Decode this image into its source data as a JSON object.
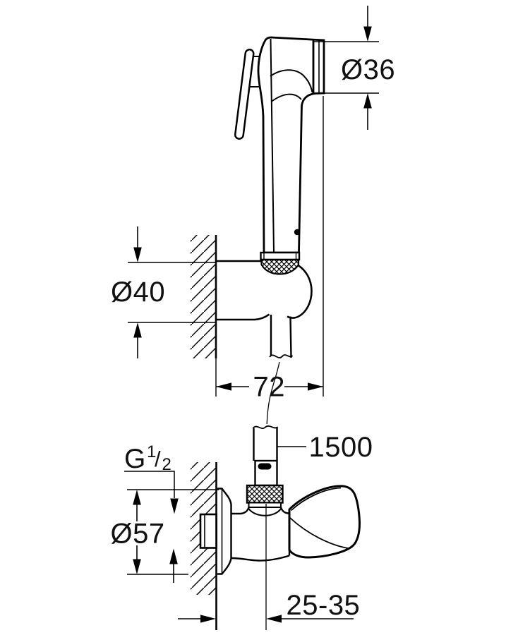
{
  "drawing": {
    "colors": {
      "line": "#000000",
      "background": "#ffffff"
    },
    "dimensions": {
      "shower_head_diameter": "Ø36",
      "holder_diameter": "Ø40",
      "wall_clearance": "72",
      "hose_length": "1500",
      "valve_thread": {
        "letter": "G",
        "numerator": "1",
        "slash": "/",
        "denominator": "2"
      },
      "escutcheon_diameter": "Ø57",
      "installation_range": "25-35"
    }
  }
}
